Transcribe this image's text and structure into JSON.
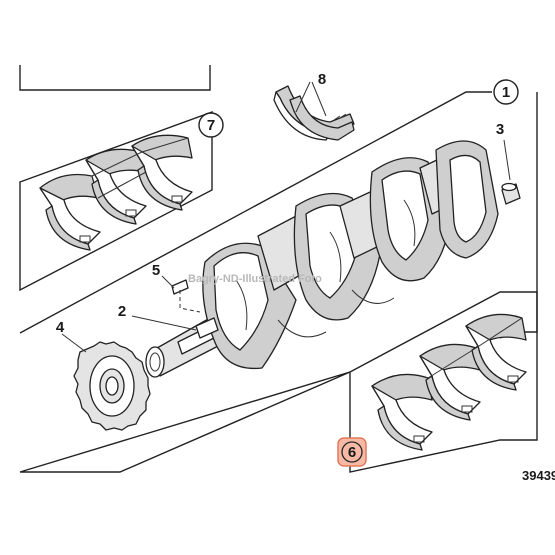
{
  "callouts": {
    "assembly": "1",
    "upper_bearings": "7",
    "lower_bearings": "6",
    "thrust_washers": "8"
  },
  "parts": {
    "gear": "4",
    "key": "2",
    "pin": "5",
    "dowel": "3"
  },
  "reference_number": "39439",
  "watermark": "Bagry-ND-Illustrated Foto",
  "colors": {
    "ink": "#222222",
    "bearing_fill": "#cfcfcf",
    "highlight_box": "#f6b9a6",
    "highlight_border": "#e07b5b"
  }
}
